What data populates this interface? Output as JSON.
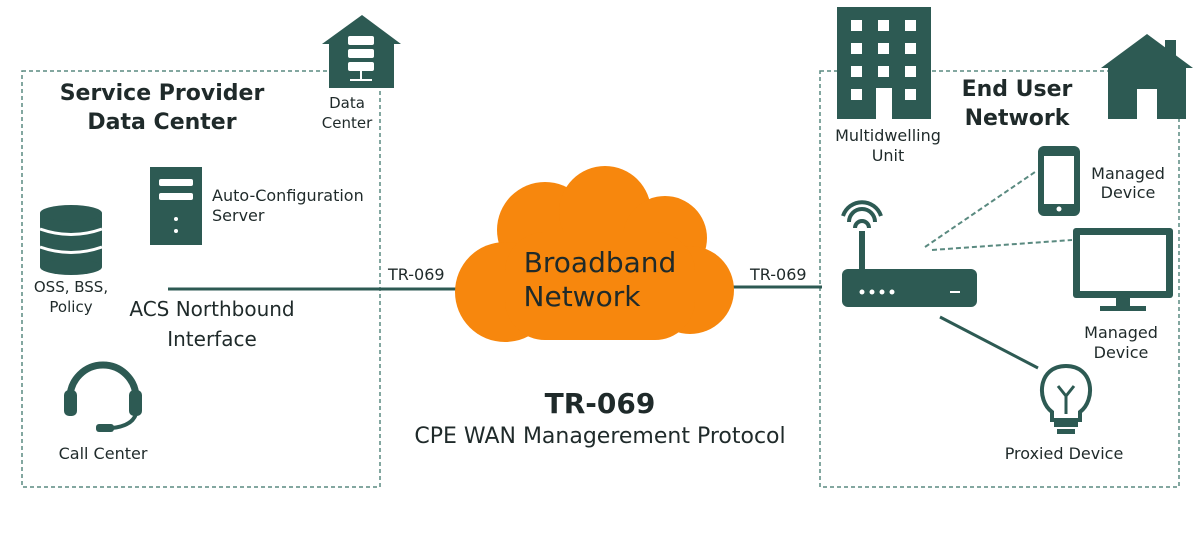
{
  "colors": {
    "teal": "#2d5a53",
    "cloud": "#f7870d",
    "text": "#1f2a2a",
    "dash": "#5a8a80",
    "background": "#ffffff"
  },
  "left_zone": {
    "title_line1": "Service Provider",
    "title_line2": "Data Center",
    "data_center": {
      "icon": "data-center-house-icon",
      "line1": "Data",
      "line2": "Center"
    },
    "acs_server": {
      "icon": "server-tower-icon",
      "line1": "Auto-Configuration",
      "line2": "Server"
    },
    "oss": {
      "icon": "database-icon",
      "line1": "OSS, BSS,",
      "line2": "Policy"
    },
    "northbound": {
      "line1": "ACS Northbound",
      "line2": "Interface"
    },
    "call_center": {
      "icon": "headset-icon",
      "label": "Call Center"
    }
  },
  "center": {
    "cloud_line1": "Broadband",
    "cloud_line2": "Network",
    "left_link_label": "TR-069",
    "right_link_label": "TR-069",
    "caption_title": "TR-069",
    "caption_subtitle": "CPE WAN Managerement Protocol"
  },
  "right_zone": {
    "title_line1": "End User",
    "title_line2": "Network",
    "multidwelling": {
      "icon": "building-icon",
      "line1": "Multidwelling",
      "line2": "Unit"
    },
    "home_icon": "house-icon",
    "router_icon": "wifi-router-icon",
    "managed_phone": {
      "icon": "smartphone-icon",
      "line1": "Managed",
      "line2": "Device"
    },
    "managed_monitor": {
      "icon": "monitor-icon",
      "line1": "Managed",
      "line2": "Device"
    },
    "proxied": {
      "icon": "lightbulb-icon",
      "label": "Proxied Device"
    }
  }
}
